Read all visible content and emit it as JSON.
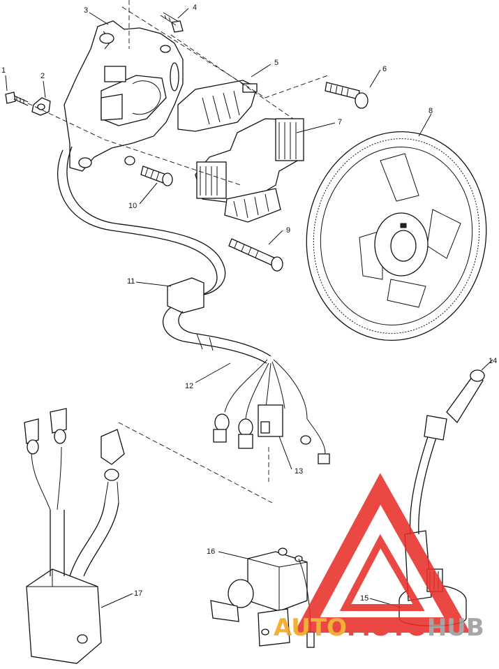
{
  "callouts": [
    {
      "id": "1",
      "label": "1"
    },
    {
      "id": "2",
      "label": "2"
    },
    {
      "id": "3",
      "label": "3"
    },
    {
      "id": "4",
      "label": "4"
    },
    {
      "id": "5",
      "label": "5"
    },
    {
      "id": "6",
      "label": "6"
    },
    {
      "id": "7",
      "label": "7"
    },
    {
      "id": "8",
      "label": "8"
    },
    {
      "id": "9",
      "label": "9"
    },
    {
      "id": "10",
      "label": "10"
    },
    {
      "id": "11",
      "label": "11"
    },
    {
      "id": "12",
      "label": "12"
    },
    {
      "id": "13",
      "label": "13"
    },
    {
      "id": "14",
      "label": "14"
    },
    {
      "id": "15",
      "label": "15"
    },
    {
      "id": "16",
      "label": "16"
    },
    {
      "id": "17",
      "label": "17"
    }
  ],
  "watermark": {
    "part_auto": "AUTO",
    "part_moto": "MOTO",
    "part_hub": "HUB",
    "color_primary": "#e8302a",
    "color_secondary": "#f3a51d",
    "color_hub": "#9a9a9a"
  }
}
